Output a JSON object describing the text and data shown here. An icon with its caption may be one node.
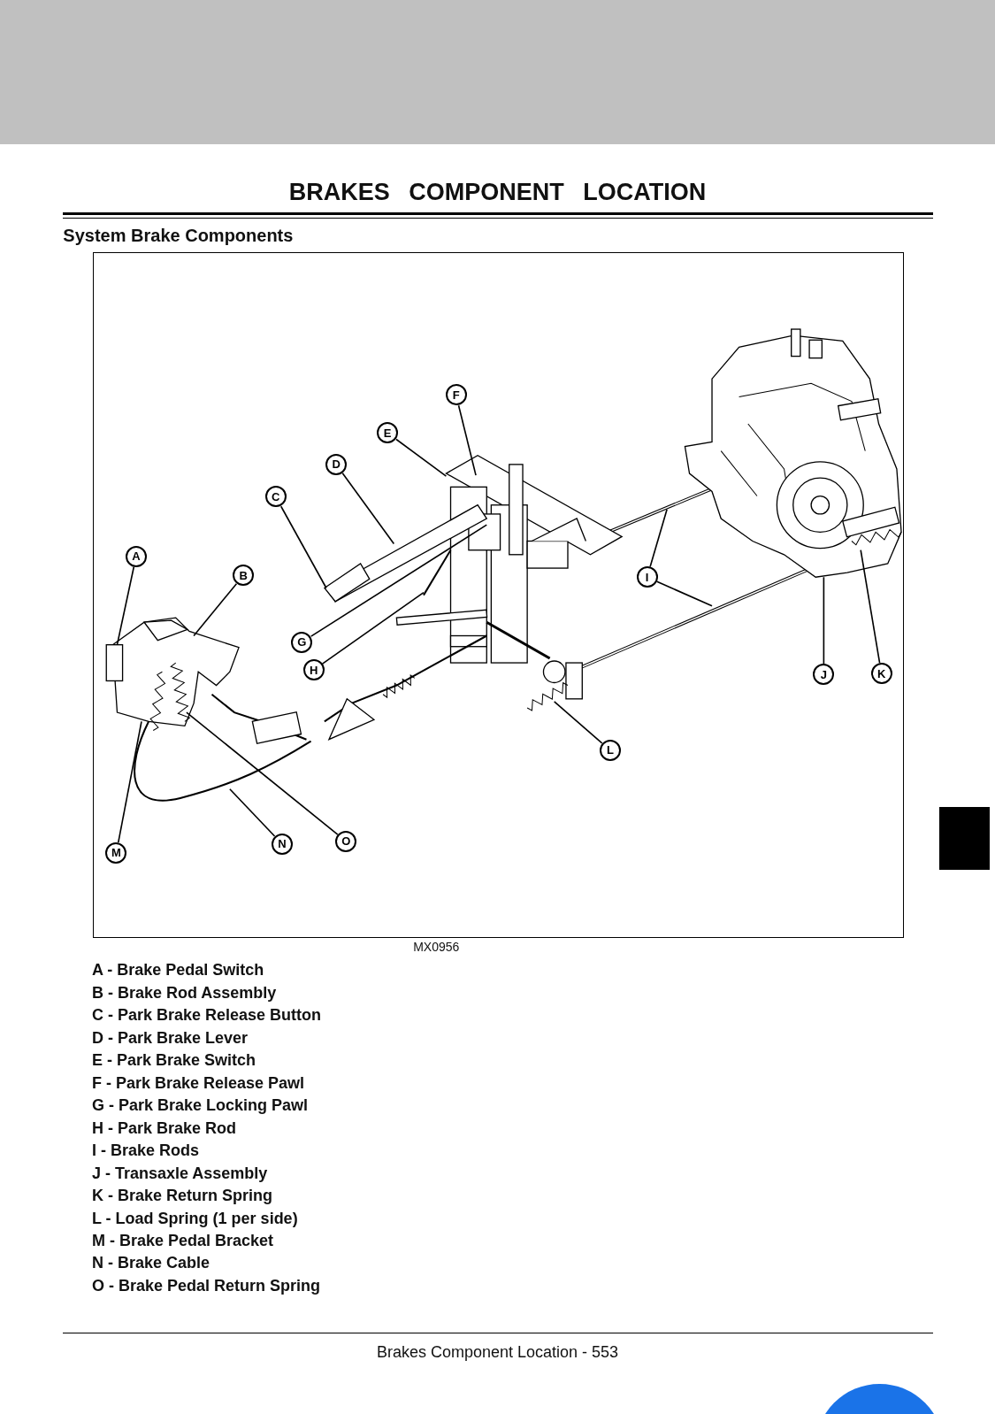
{
  "diagram": {
    "title": "BRAKES COMPONENT LOCATION",
    "nodes": [
      {
        "text": [
          "A"
        ]
      },
      {
        "text": [
          "B"
        ]
      },
      {
        "text": [
          "C"
        ]
      },
      {
        "text": [
          "D"
        ]
      },
      {
        "text": [
          "E"
        ]
      },
      {
        "text": [
          "F"
        ]
      },
      {
        "text": [
          "G"
        ]
      },
      {
        "text": [
          "H"
        ]
      },
      {
        "text": [
          "I"
        ]
      },
      {
        "text": [
          "J"
        ]
      },
      {
        "text": [
          "K"
        ]
      },
      {
        "text": [
          "L"
        ]
      },
      {
        "text": [
          "M"
        ]
      },
      {
        "text": [
          "N"
        ]
      },
      {
        "text": [
          "O"
        ]
      },
      {
        "text": [],
        "shape": "bar"
      },
      {
        "text": [],
        "shape": "box"
      },
      {
        "text": [],
        "shape": "circle"
      }
    ],
    "edges": [
      {
        "from": 0,
        "to": null,
        "arrow": "none"
      },
      {
        "from": 1,
        "to": null,
        "arrow": "none"
      },
      {
        "from": 2,
        "to": null,
        "arrow": "none"
      },
      {
        "from": 3,
        "to": null,
        "arrow": "none"
      },
      {
        "from": 4,
        "to": null,
        "arrow": "none"
      },
      {
        "from": 5,
        "to": null,
        "arrow": "none"
      },
      {
        "from": 6,
        "to": null,
        "arrow": "none"
      },
      {
        "from": 7,
        "to": null,
        "arrow": "none"
      },
      {
        "from": 8,
        "to": null,
        "arrow": "none"
      },
      {
        "from": 8,
        "to": null,
        "arrow": "none"
      },
      {
        "from": 9,
        "to": null,
        "arrow": "none"
      },
      {
        "from": 10,
        "to": null,
        "arrow": "none"
      },
      {
        "from": 11,
        "to": null,
        "arrow": "none"
      },
      {
        "from": 12,
        "to": null,
        "arrow": "none"
      },
      {
        "from": 13,
        "to": null,
        "arrow": "none"
      },
      {
        "from": 14,
        "to": null,
        "arrow": "none"
      }
    ],
    "labels": [
      "System Brake Components",
      "MX0956",
      "A - Brake Pedal Switch",
      "B - Brake Rod Assembly",
      "C - Park Brake Release Button",
      "D - Park Brake Lever",
      "E - Park Brake Switch",
      "F - Park Brake Release Pawl",
      "G - Park Brake Locking Pawl",
      "H - Park Brake Rod",
      "I - Brake Rods",
      "J - Transaxle Assembly",
      "K - Brake Return Spring",
      "L - Load Spring (1 per side)",
      "M - Brake Pedal Bracket",
      "N - Brake Cable",
      "O - Brake Pedal Return Spring",
      "Brakes Component Location - 553"
    ]
  }
}
